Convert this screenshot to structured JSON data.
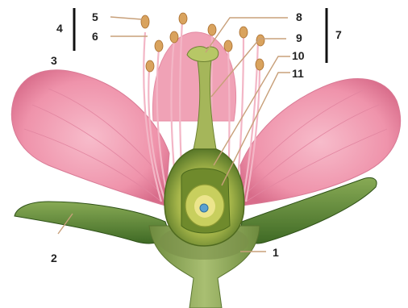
{
  "labels": {
    "l1": "1",
    "l2": "2",
    "l3": "3",
    "l4": "4",
    "l5": "5",
    "l6": "6",
    "l7": "7",
    "l8": "8",
    "l9": "9",
    "l10": "10",
    "l11": "11"
  },
  "colors": {
    "petal": "#f2a0b3",
    "petal_dark": "#d9738e",
    "sepal": "#4f7a2f",
    "sepal_light": "#8fb05a",
    "stalk": "#8aa35a",
    "pistil": "#9bab4a",
    "ovary_wall": "#b9c565",
    "ovule": "#d8d26a",
    "anther": "#d6a35c",
    "leader_line": "#c8a07a"
  }
}
